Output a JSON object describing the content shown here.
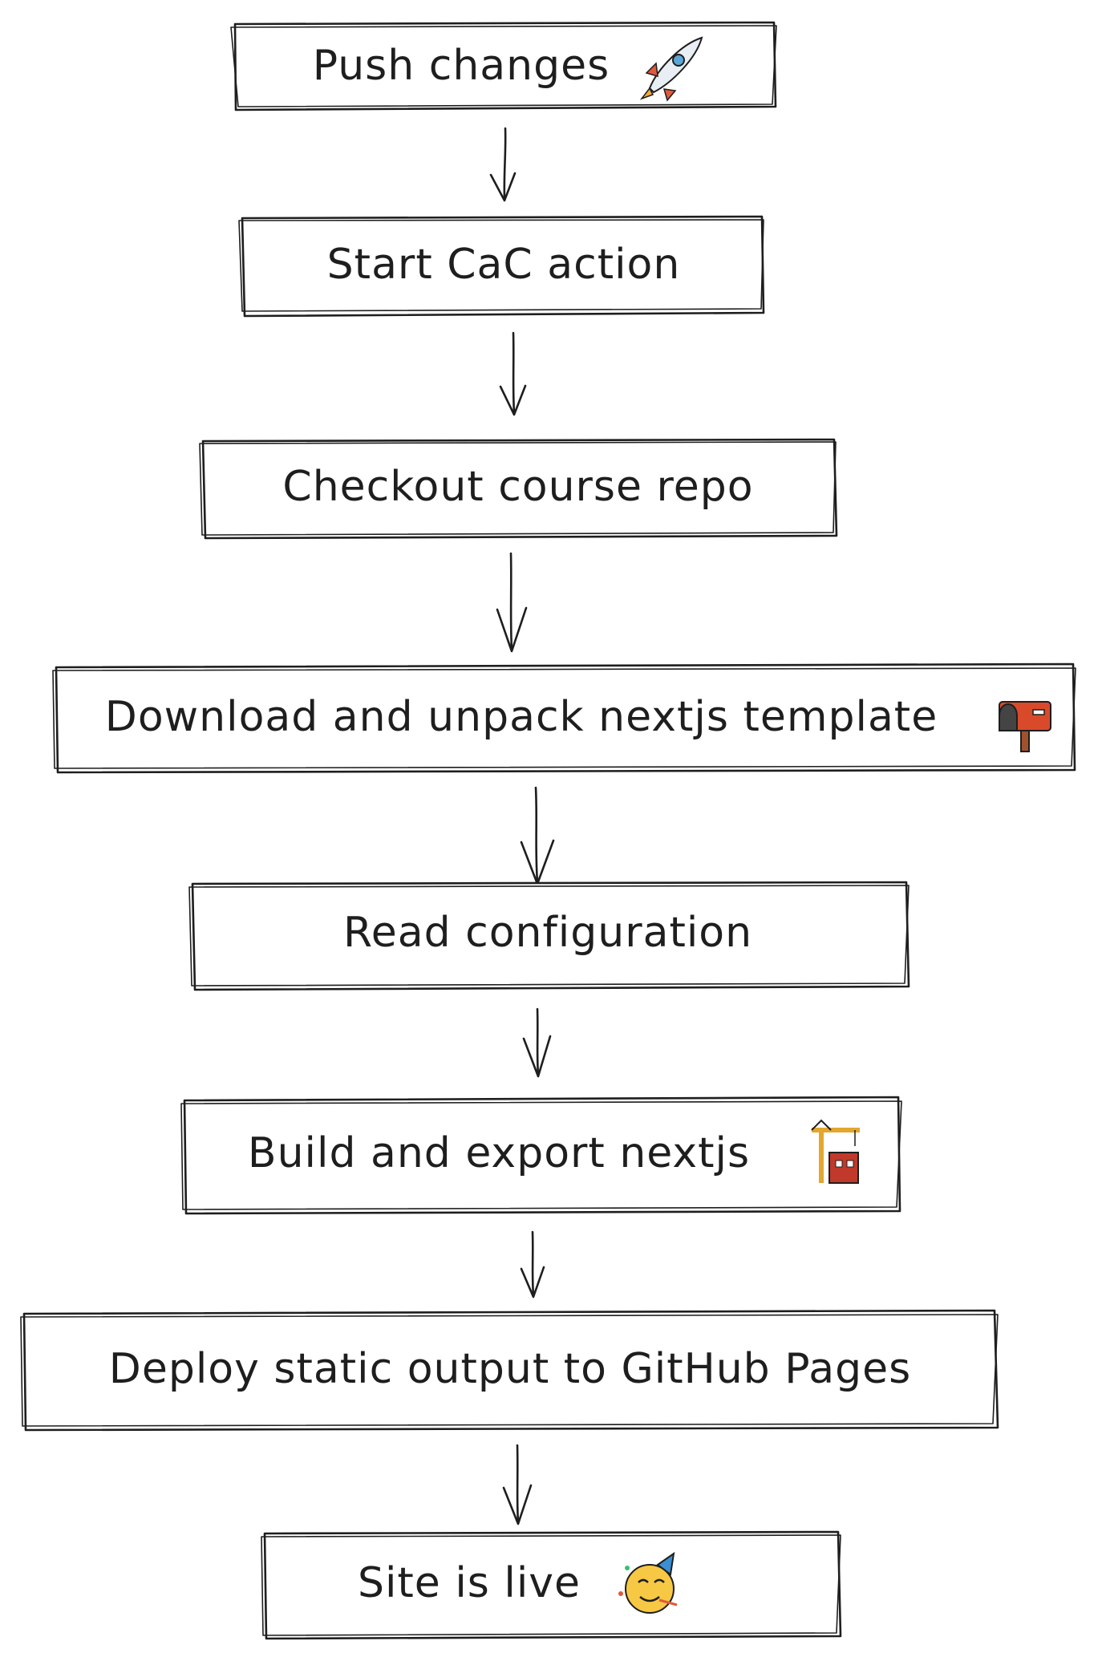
{
  "steps": [
    {
      "label": "Push changes",
      "icon": "rocket-icon"
    },
    {
      "label": "Start CaC action",
      "icon": ""
    },
    {
      "label": "Checkout course repo",
      "icon": ""
    },
    {
      "label": "Download and unpack nextjs template",
      "icon": "mailbox-icon"
    },
    {
      "label": "Read configuration",
      "icon": ""
    },
    {
      "label": "Build and export nextjs",
      "icon": "construction-icon"
    },
    {
      "label": "Deploy static output to GitHub Pages",
      "icon": ""
    },
    {
      "label": "Site is live",
      "icon": "party-face-icon"
    }
  ],
  "colors": {
    "stroke": "#1e1e1e",
    "background": "#ffffff"
  }
}
